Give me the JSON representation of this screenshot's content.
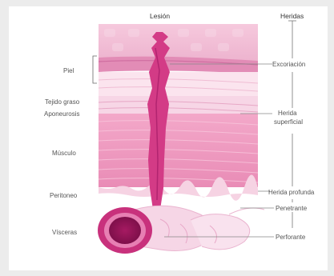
{
  "headers": {
    "left": "Lesión",
    "right": "Heridas"
  },
  "layers": {
    "piel": "Piel",
    "tejido_graso": "Tejido graso",
    "aponeurosis": "Aponeurosis",
    "musculo": "Músculo",
    "peritoneo": "Peritoneo",
    "visceras": "Vísceras"
  },
  "wounds": {
    "excoriacion": "Excoriación",
    "herida_superficial_1": "Herida",
    "herida_superficial_2": "superficial",
    "herida_profunda": "Herida profunda",
    "penetrante": "Penetrante",
    "perforante": "Perforante"
  },
  "colors": {
    "skin": "#e9a9c8",
    "muscle": "#ef9ec1",
    "wound": "#d33b86",
    "intestine": "#c8317c"
  }
}
